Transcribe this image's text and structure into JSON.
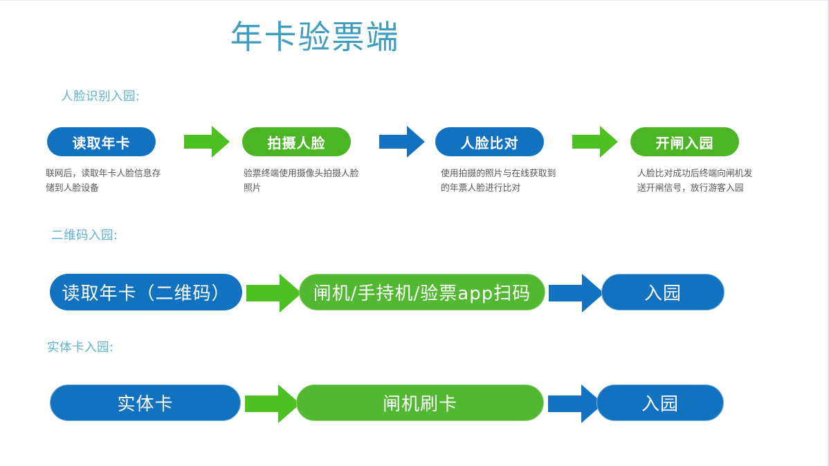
{
  "title": "年卡验票端",
  "colors": {
    "title": "#3f9dbd",
    "section_label": "#5cb3cb",
    "blue": "#1272c0",
    "green": "#4cb525",
    "green_arrow": "#4dc022",
    "body_text": "#585858",
    "background": "#ffffff"
  },
  "sections": [
    {
      "label": "人脸识别入园:",
      "steps": [
        {
          "text": "读取年卡",
          "style": "blue",
          "desc": "联网后，读取年卡人脸信息存储到人脸设备"
        },
        {
          "text": "拍摄人脸",
          "style": "green",
          "desc": "验票终端使用摄像头拍摄人脸照片"
        },
        {
          "text": "人脸比对",
          "style": "blue",
          "desc": "使用拍摄的照片与在线获取到的年票人脸进行比对"
        },
        {
          "text": "开闸入园",
          "style": "green",
          "desc": "人脸比对成功后终端向闸机发送开闸信号，放行游客入园"
        }
      ],
      "arrows": [
        "green",
        "blue",
        "green"
      ]
    },
    {
      "label": "二维码入园:",
      "steps": [
        {
          "text": "读取年卡（二维码）",
          "style": "blue"
        },
        {
          "text": "闸机/手持机/验票app扫码",
          "style": "green"
        },
        {
          "text": "入园",
          "style": "blue"
        }
      ],
      "arrows": [
        "green",
        "blue"
      ]
    },
    {
      "label": "实体卡入园:",
      "steps": [
        {
          "text": "实体卡",
          "style": "blue"
        },
        {
          "text": "闸机刷卡",
          "style": "green"
        },
        {
          "text": "入园",
          "style": "blue"
        }
      ],
      "arrows": [
        "green",
        "blue"
      ]
    }
  ]
}
